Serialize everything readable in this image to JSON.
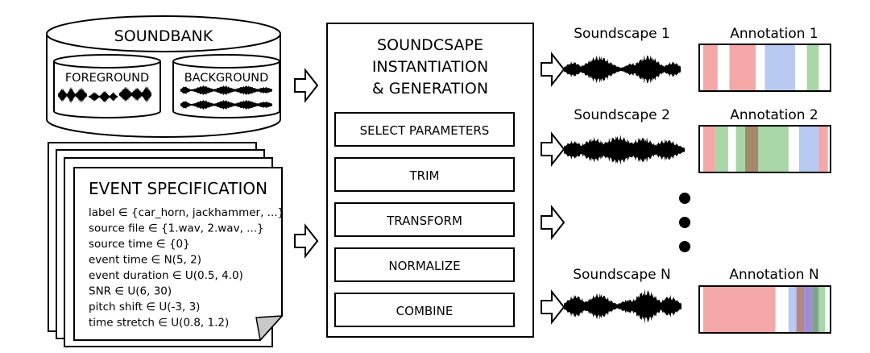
{
  "soundbank": {
    "title": "SOUNDBANK",
    "foreground_label": "FOREGROUND",
    "background_label": "BACKGROUND"
  },
  "event_spec": {
    "title": "EVENT SPECIFICATION",
    "lines": [
      "label ∈ {car_horn, jackhammer, ...}",
      "source file ∈ {1.wav, 2.wav, ...}",
      "source time ∈ {0}",
      "event time ∈ N(5, 2)",
      "event duration ∈ U(0.5, 4.0)",
      "SNR ∈ U(6, 30)",
      "pitch shift ∈ U(-3, 3)",
      "time stretch ∈ U(0.8, 1.2)"
    ]
  },
  "process": {
    "title_lines": [
      "SOUNDCSAPE",
      "INSTANTIATION",
      "& GENERATION"
    ],
    "steps": [
      "SELECT PARAMETERS",
      "TRIM",
      "TRANSFORM",
      "NORMALIZE",
      "COMBINE"
    ]
  },
  "outputs": [
    {
      "soundscape": "Soundscape 1",
      "annotation": "Annotation 1",
      "segments": [
        {
          "start": 0.03,
          "end": 0.14,
          "color": "#f4a7a7"
        },
        {
          "start": 0.23,
          "end": 0.43,
          "color": "#f4a7a7"
        },
        {
          "start": 0.5,
          "end": 0.73,
          "color": "#b8c9f2"
        },
        {
          "start": 0.82,
          "end": 0.91,
          "color": "#a9d6a6"
        }
      ]
    },
    {
      "soundscape": "Soundscape 2",
      "annotation": "Annotation 2",
      "segments": [
        {
          "start": 0.03,
          "end": 0.12,
          "color": "#f4a7a7"
        },
        {
          "start": 0.12,
          "end": 0.22,
          "color": "#a9d6a6"
        },
        {
          "start": 0.28,
          "end": 0.35,
          "color": "#a9d6a6"
        },
        {
          "start": 0.35,
          "end": 0.45,
          "color": "#a58a6a"
        },
        {
          "start": 0.45,
          "end": 0.68,
          "color": "#a9d6a6"
        },
        {
          "start": 0.76,
          "end": 0.91,
          "color": "#b8c9f2"
        },
        {
          "start": 0.91,
          "end": 0.98,
          "color": "#f4a7a7"
        }
      ]
    },
    {
      "soundscape": "Soundscape N",
      "annotation": "Annotation N",
      "segments": [
        {
          "start": 0.03,
          "end": 0.58,
          "color": "#f4a7a7"
        },
        {
          "start": 0.68,
          "end": 0.74,
          "color": "#b8c9f2"
        },
        {
          "start": 0.74,
          "end": 0.8,
          "color": "#b58686"
        },
        {
          "start": 0.8,
          "end": 0.86,
          "color": "#9f8bd6"
        },
        {
          "start": 0.86,
          "end": 0.91,
          "color": "#7fa08f"
        },
        {
          "start": 0.91,
          "end": 0.96,
          "color": "#a9d6a6"
        }
      ]
    }
  ],
  "colors": {
    "line": "#000000",
    "red": "#f4a7a7",
    "blue": "#b8c9f2",
    "green": "#a9d6a6"
  }
}
